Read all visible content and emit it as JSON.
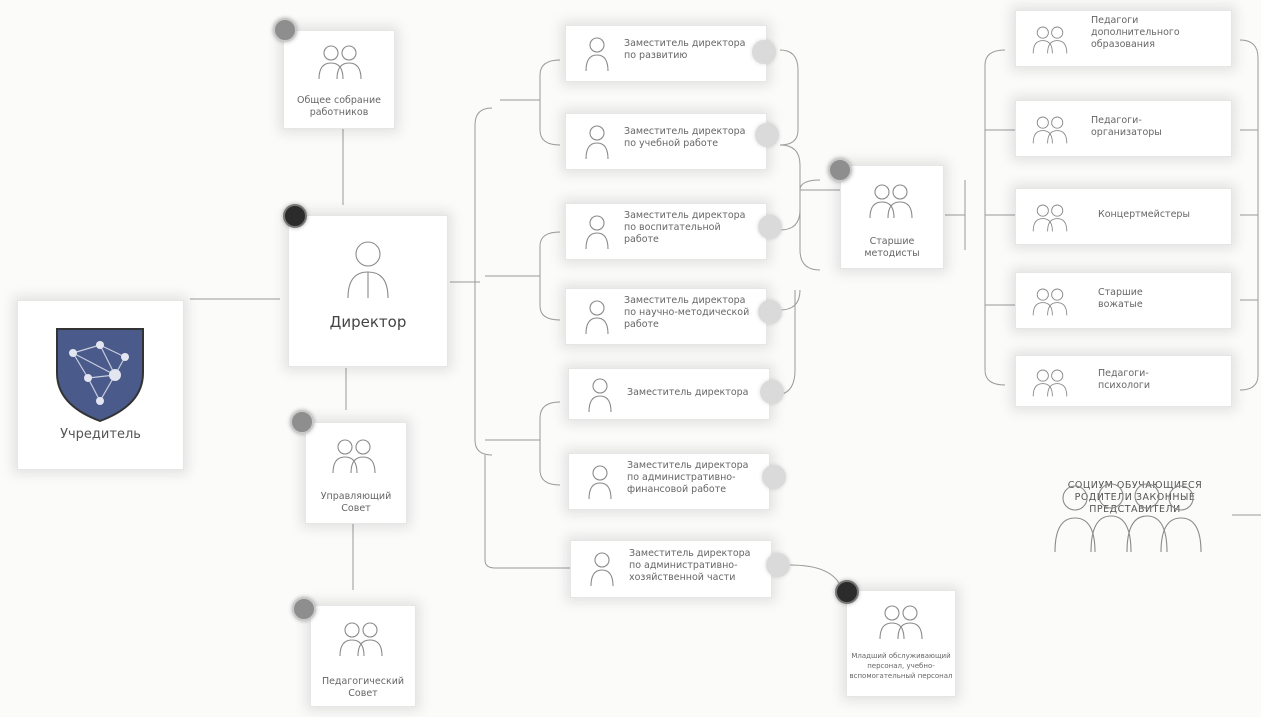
{
  "founder": {
    "label": "Учредитель",
    "icon": "shield-network-icon"
  },
  "director": {
    "label": "Директор",
    "icon": "person-icon",
    "badge": "crown-icon"
  },
  "general_meeting": {
    "label": "Общее собрание\nработников",
    "badge": "gear-icon"
  },
  "managing_council": {
    "label": "Управляющий\nСовет",
    "badge": "gear-icon"
  },
  "pedagogical_council": {
    "label": "Педагогический\nСовет",
    "badge": "gear-icon"
  },
  "deputies": [
    {
      "label": "Заместитель директора\nпо развитию"
    },
    {
      "label": "Заместитель директора\nпо учебной работе"
    },
    {
      "label": "Заместитель директора\nпо воспитательной\nработе"
    },
    {
      "label": "Заместитель директора\nпо научно-методической\nработе"
    },
    {
      "label": "Заместитель директора"
    },
    {
      "label": "Заместитель директора\nпо административно-\nфинансовой работе"
    },
    {
      "label": "Заместитель директора\nпо административно-\nхозяйственной части"
    }
  ],
  "senior_methodists": {
    "label": "Старшие\nметодисты",
    "badge": "gear-icon"
  },
  "staff_groups": [
    {
      "label": "Педагоги\nдополнительного\nобразования"
    },
    {
      "label": "Педагоги-\nорганизаторы"
    },
    {
      "label": "Концертмейстеры"
    },
    {
      "label": "Старшие\nвожатые"
    },
    {
      "label": "Педагоги-\nпсихологи"
    }
  ],
  "support_staff": {
    "label": "Младший обслуживающий\nперсонал, учебно-\nвспомогательный персонал",
    "badge": "gear-icon"
  },
  "society": {
    "label": "СОЦИУМ\nОБУЧАЮЩИЕСЯ\nРОДИТЕЛИ\nЗАКОННЫЕ ПРЕДСТАВИТЕЛИ"
  },
  "colors": {
    "line": "#9a9a9a",
    "card": "#ffffff",
    "badge": "#8e8e8e",
    "badge_dark": "#2b2b2b",
    "shield": "#4a5a8a"
  }
}
